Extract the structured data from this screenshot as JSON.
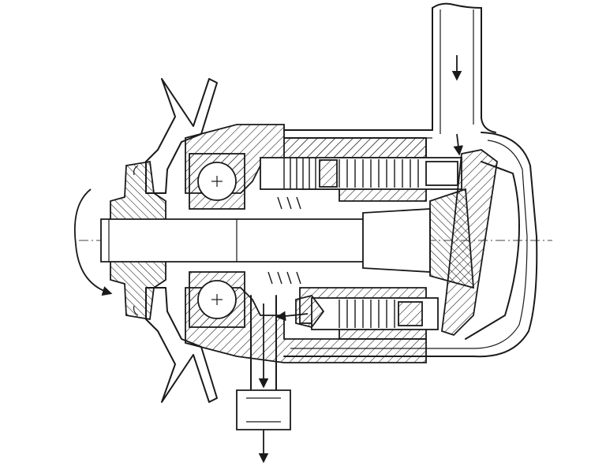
{
  "figure": {
    "kind": "technical-cross-section",
    "subject": "pump-assembly",
    "palette": {
      "ink": "#1a1a1a",
      "paper": "#ffffff"
    }
  },
  "parts": [
    {
      "id": "pulley",
      "icon": "pulley-sheave-icon"
    },
    {
      "id": "shaft",
      "icon": "drive-shaft-icon"
    },
    {
      "id": "bearing",
      "icon": "ball-bearing-icon"
    },
    {
      "id": "housing",
      "icon": "pump-housing-icon"
    },
    {
      "id": "inlet-pipe",
      "icon": "inlet-pipe-icon"
    },
    {
      "id": "outlet-fitting",
      "icon": "outlet-fitting-icon"
    },
    {
      "id": "pistons",
      "icon": "spring-piston-icon"
    },
    {
      "id": "swash-plate",
      "icon": "swash-plate-icon"
    },
    {
      "id": "valve",
      "icon": "check-valve-icon"
    }
  ],
  "flow": {
    "inlet": "arrow-down",
    "outlet": "arrow-down",
    "rotation": "counter-clockwise"
  }
}
